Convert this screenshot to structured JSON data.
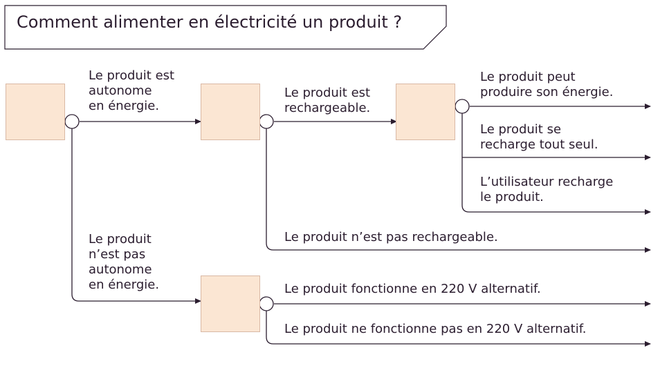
{
  "title": "Comment alimenter en électricité un produit ?",
  "labels": {
    "autonome": "Le produit est\nautonome\nen énergie.",
    "non_autonome": "Le produit\nn’est pas\nautonome\nen énergie.",
    "rechargeable": "Le produit est\nrechargeable.",
    "non_rechargeable": "Le produit n’est pas rechargeable.",
    "produit_energie": "Le produit peut\nproduire son énergie.",
    "recharge_seul": "Le produit se\nrecharge tout seul.",
    "utilisateur_recharge": "L’utilisateur recharge\nle produit.",
    "alternatif_220": "Le produit fonctionne en 220 V alternatif.",
    "pas_alternatif_220": "Le produit ne fonctionne pas en 220 V alternatif."
  },
  "colors": {
    "box_fill": "#fbe6d3",
    "line": "#2b1d2f"
  }
}
